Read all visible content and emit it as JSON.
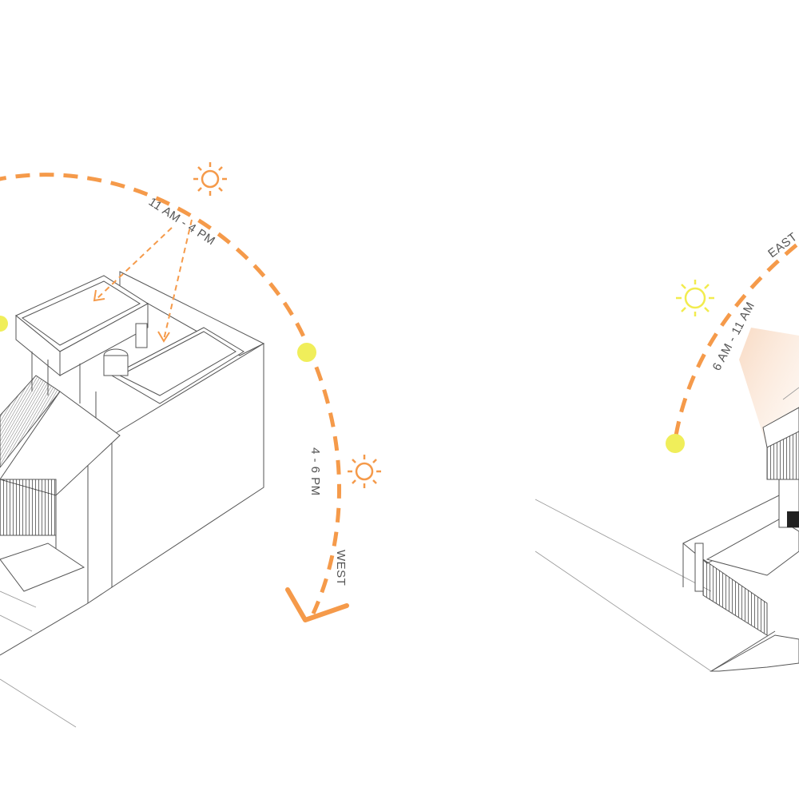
{
  "labels": {
    "midday": "11 AM - 4 PM",
    "afternoon": "4 - 6 PM",
    "west": "WEST",
    "east": "EAST",
    "morning": "6 AM - 11 AM"
  },
  "colors": {
    "arc": "#f59a4a",
    "sun_orange": "#f59a4a",
    "sun_yellow": "#f2ec4e",
    "sun_dot": "#f0ee5a",
    "lines": "#555555"
  }
}
